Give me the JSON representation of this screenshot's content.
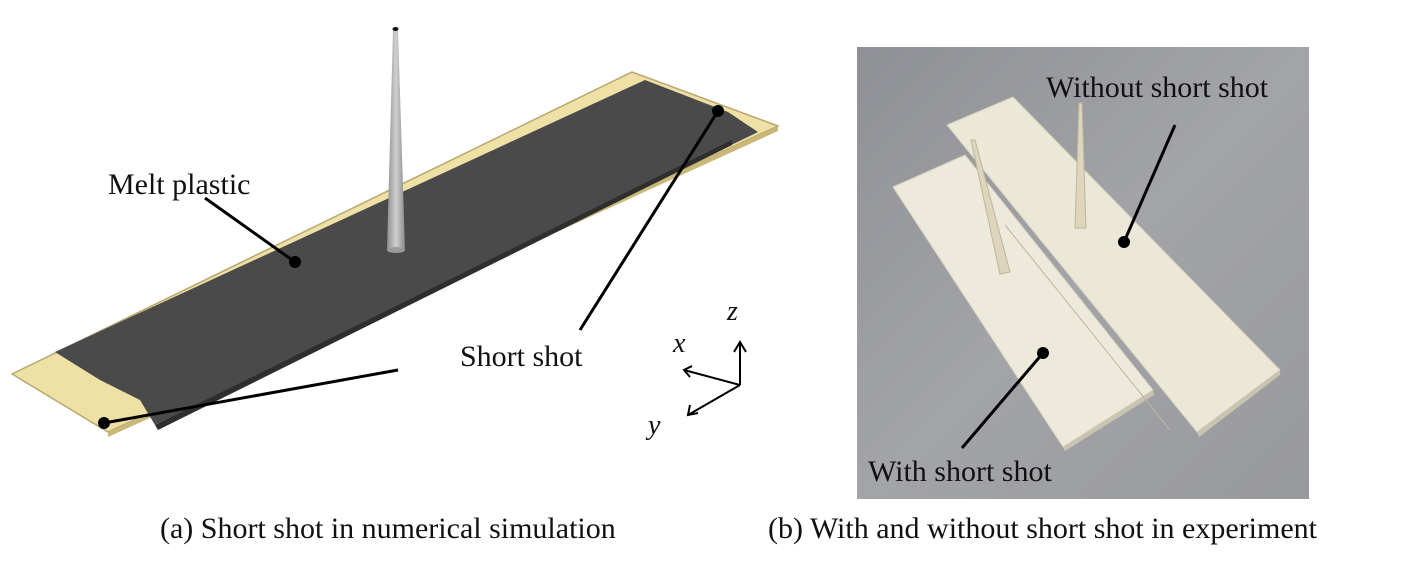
{
  "panel_a": {
    "labels": {
      "melt_plastic": "Melt plastic",
      "short_shot": "Short shot"
    },
    "axes": {
      "x": "x",
      "y": "y",
      "z": "z"
    },
    "caption": "(a) Short shot in numerical simulation",
    "colors": {
      "melt": "#4a4a4a",
      "unfilled": "#efe0a6",
      "sprue": "#b0b0b0"
    }
  },
  "panel_b": {
    "labels": {
      "without_short_shot": "Without short shot",
      "with_short_shot": "With short shot"
    },
    "caption": "(b) With and without short shot in experiment",
    "colors": {
      "background": "#9a9ba0",
      "plate": "#ece8d8"
    }
  }
}
